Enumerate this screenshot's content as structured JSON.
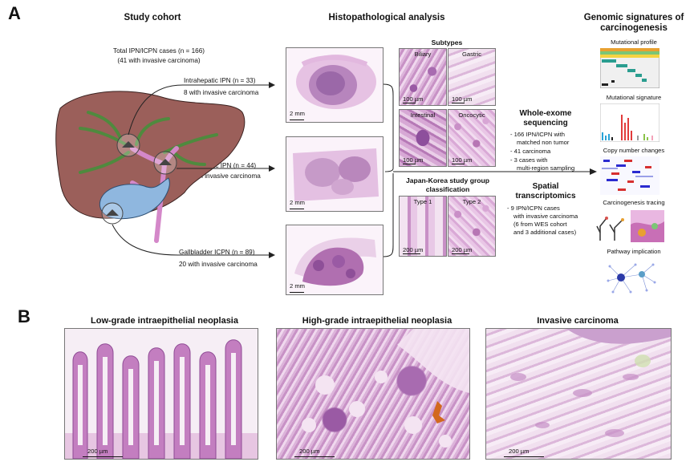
{
  "panel_a": {
    "letter": "A",
    "study_cohort": {
      "title": "Study cohort",
      "total": "Total IPN/ICPN cases (n = 166)",
      "total_sub": "(41 with invasive carcinoma)",
      "intra": "Intrahepatic IPN (n = 33)",
      "intra_sub": "8 with invasive carcinoma",
      "extra": "Extrahepatic IPN (n = 44)",
      "extra_sub": "13 with invasive carcinoma",
      "gb": "Gallbladder ICPN (n = 89)",
      "gb_sub": "20 with invasive carcinoma"
    },
    "histo": {
      "title": "Histopathological analysis",
      "wsi_scale": "2 mm",
      "subtypes_title": "Subtypes",
      "subtypes": [
        "Biliary",
        "Gastric",
        "Intestinal",
        "Oncocytic"
      ],
      "subtype_scale": "100 µm",
      "jk_title_1": "Japan-Korea study group",
      "jk_title_2": "classification",
      "types": [
        "Type 1",
        "Type 2"
      ],
      "type_scale": "200 µm"
    },
    "wes": {
      "title_1": "Whole-exome",
      "title_2": "sequencing",
      "lines": [
        "- 166 IPN/ICPN with",
        "matched non tumor",
        "- 41 carcinoma",
        "- 3 cases with",
        "multi-region sampling"
      ]
    },
    "st": {
      "title_1": "Spatial",
      "title_2": "transcriptomics",
      "lines": [
        "- 9 IPN/ICPN cases",
        "with invasive carcinoma",
        "(6 from WES cohort",
        "and 3 additional cases)"
      ]
    },
    "genomic": {
      "title_1": "Genomic signatures of",
      "title_2": "carcinogenesis",
      "items": [
        "Mutational profile",
        "Mutational signature",
        "Copy number changes",
        "Carcinogenesis tracing",
        "Pathway implication"
      ]
    }
  },
  "panel_b": {
    "letter": "B",
    "panels": [
      {
        "title": "Low-grade intraepithelial neoplasia",
        "scale": "200 µm"
      },
      {
        "title": "High-grade intraepithelial neoplasia",
        "scale": "200 µm"
      },
      {
        "title": "Invasive carcinoma",
        "scale": "200 µm"
      }
    ]
  }
}
